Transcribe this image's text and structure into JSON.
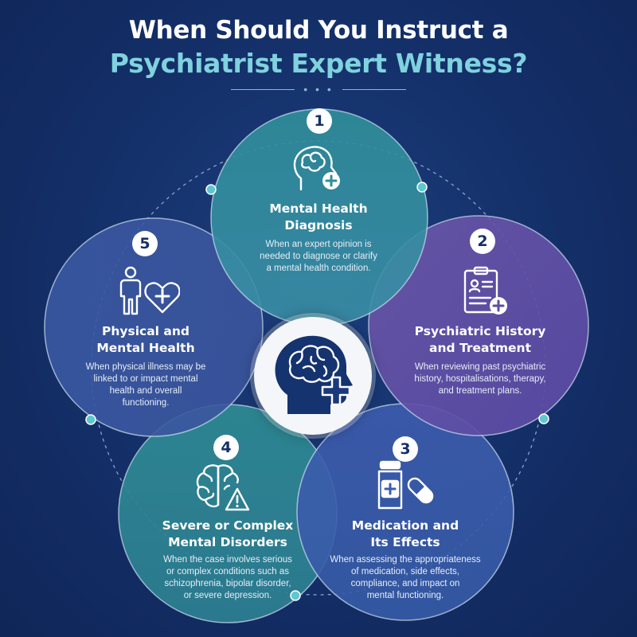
{
  "title": {
    "line1": "When Should You Instruct a",
    "line2": "Psychiatrist Expert Witness?"
  },
  "colors": {
    "background": "#142f68",
    "title_accent": "#7fd2de",
    "teal": "#2e8a96",
    "purple": "#5e4fa6",
    "blue": "#3c5aa8",
    "indigo": "#3a4f9c"
  },
  "items": [
    {
      "number": "1",
      "icon": "head-brain-plus-icon",
      "title_line1": "Mental Health",
      "title_line2": "Diagnosis",
      "desc_line1": "When an expert opinion is",
      "desc_line2": "needed to diagnose or clarify",
      "desc_line3": "a mental health condition.",
      "desc_line4": ""
    },
    {
      "number": "2",
      "icon": "clipboard-plus-icon",
      "title_line1": "Psychiatric History",
      "title_line2": "and Treatment",
      "desc_line1": "When reviewing past psychiatric",
      "desc_line2": "history, hospitalisations, therapy,",
      "desc_line3": "and treatment plans.",
      "desc_line4": ""
    },
    {
      "number": "3",
      "icon": "medication-pills-icon",
      "title_line1": "Medication and",
      "title_line2": "Its Effects",
      "desc_line1": "When assessing the appropriateness",
      "desc_line2": "of medication, side effects,",
      "desc_line3": "compliance, and impact on",
      "desc_line4": "mental functioning."
    },
    {
      "number": "4",
      "icon": "brain-warning-icon",
      "title_line1": "Severe or Complex",
      "title_line2": "Mental Disorders",
      "desc_line1": "When the case involves serious",
      "desc_line2": "or complex conditions such as",
      "desc_line3": "schizophrenia, bipolar disorder,",
      "desc_line4": "or severe depression."
    },
    {
      "number": "5",
      "icon": "person-heart-plus-icon",
      "title_line1": "Physical and",
      "title_line2": "Mental Health",
      "desc_line1": "When physical illness may be",
      "desc_line2": "linked to or impact mental",
      "desc_line3": "health and overall",
      "desc_line4": "functioning."
    }
  ],
  "center": {
    "icon": "head-brain-medical-cross-icon"
  }
}
